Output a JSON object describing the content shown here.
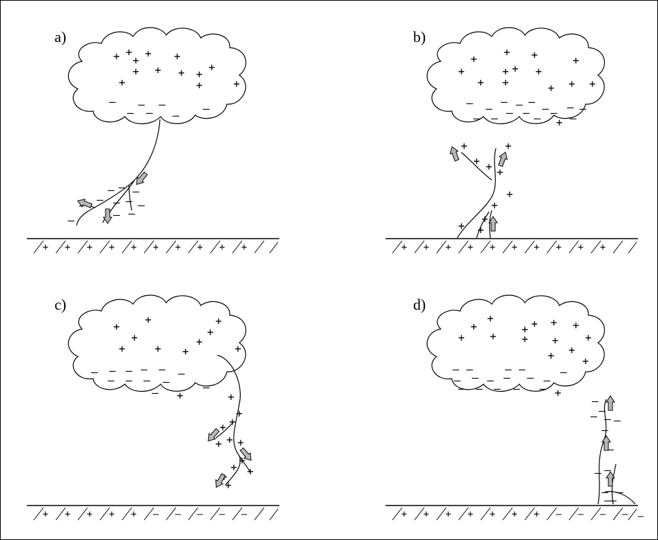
{
  "panels": [
    {
      "id": "a",
      "label": "a)",
      "leader_polarity": "-",
      "leader_direction": "downward"
    },
    {
      "id": "b",
      "label": "b)",
      "leader_polarity": "+",
      "leader_direction": "upward"
    },
    {
      "id": "c",
      "label": "c)",
      "leader_polarity": "+",
      "leader_direction": "downward"
    },
    {
      "id": "d",
      "label": "d)",
      "leader_polarity": "-",
      "leader_direction": "upward"
    }
  ],
  "symbols": {
    "plus": "+",
    "minus": "–"
  },
  "colors": {
    "line": "#000000",
    "arrow_fill": "#b8b8b8",
    "background": "#ffffff"
  }
}
